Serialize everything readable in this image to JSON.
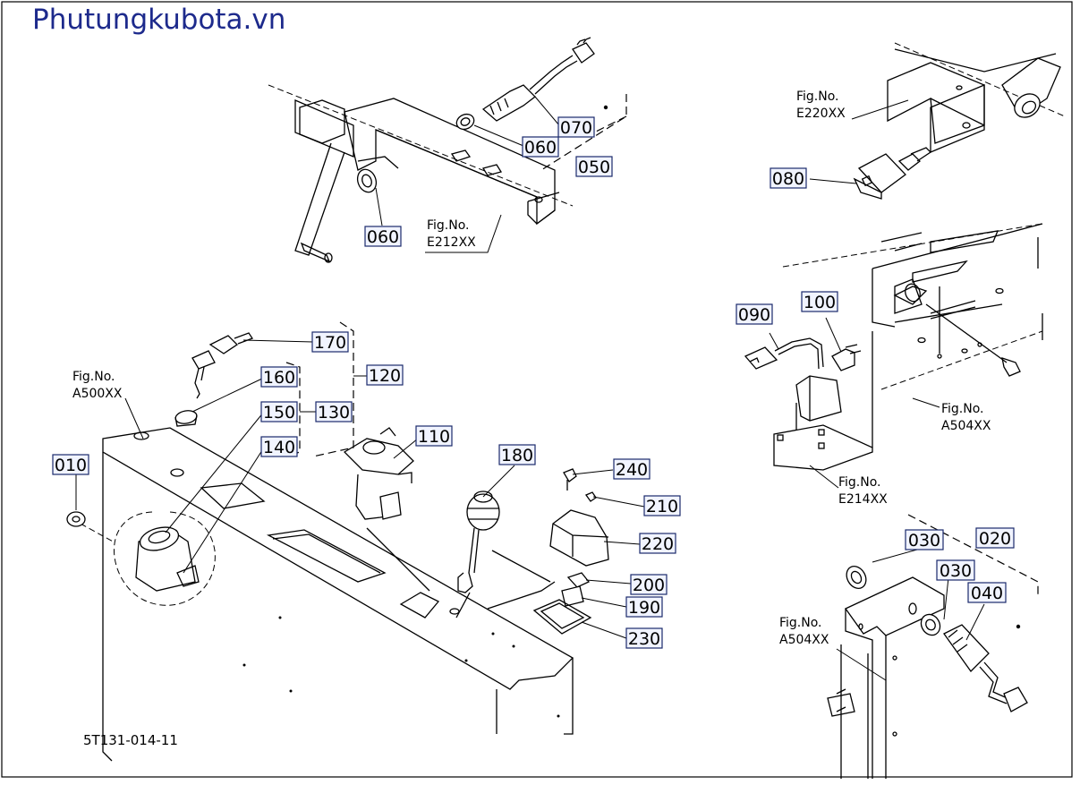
{
  "watermark": "Phutungkubota.vn",
  "drawing_code": "5T131-014-11",
  "fig_refs": [
    {
      "id": "fig-e212",
      "line1": "Fig.No.",
      "line2": "E212XX"
    },
    {
      "id": "fig-e220",
      "line1": "Fig.No.",
      "line2": "E220XX"
    },
    {
      "id": "fig-a500",
      "line1": "Fig.No.",
      "line2": "A500XX"
    },
    {
      "id": "fig-a504-upper",
      "line1": "Fig.No.",
      "line2": "A504XX"
    },
    {
      "id": "fig-e214",
      "line1": "Fig.No.",
      "line2": "E214XX"
    },
    {
      "id": "fig-a504-lower",
      "line1": "Fig.No.",
      "line2": "A504XX"
    }
  ],
  "callouts": [
    "070",
    "060",
    "050",
    "060",
    "080",
    "090",
    "100",
    "170",
    "120",
    "160",
    "150",
    "130",
    "140",
    "110",
    "180",
    "240",
    "210",
    "220",
    "200",
    "190",
    "230",
    "010",
    "030",
    "020",
    "030",
    "040"
  ],
  "colors": {
    "watermark": "#1d2a8c",
    "callout_box": "#f1f4ff",
    "callout_border": "#1a2a6c",
    "line": "#000000"
  }
}
